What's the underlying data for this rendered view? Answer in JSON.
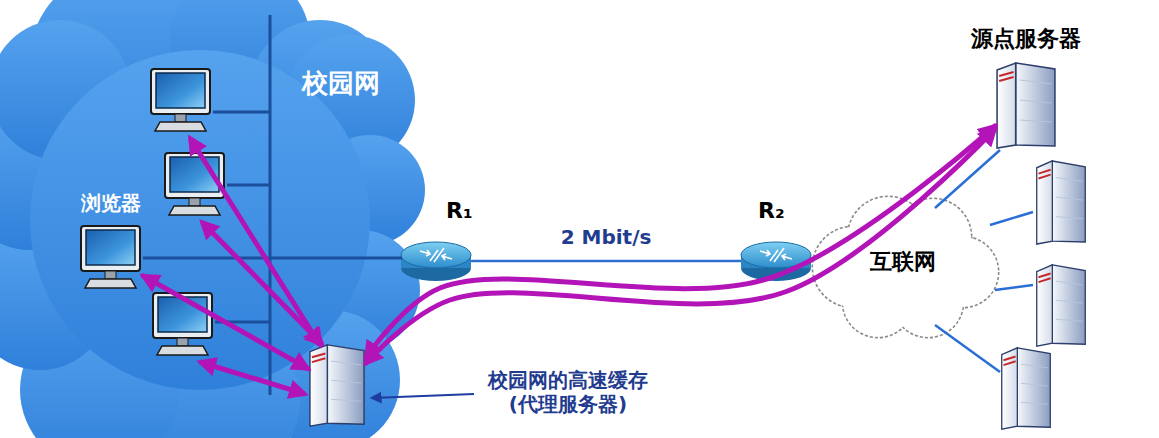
{
  "diagram": {
    "nodes": [
      {
        "text": [
          "校园网"
        ]
      },
      {
        "text": [
          "浏览器"
        ],
        "in": 0
      },
      {
        "text": [
          "校园网的高速缓存 (代理服务器)"
        ],
        "in": 0
      },
      {
        "text": [
          "R₁"
        ]
      },
      {
        "text": [
          "R₂"
        ]
      },
      {
        "text": [
          "互联网"
        ]
      },
      {
        "text": [
          "源点服务器"
        ]
      }
    ],
    "edges": [
      {
        "from": 2,
        "to": 1,
        "arrow": "both"
      },
      {
        "from": 2,
        "to": 6,
        "arrow": "both"
      },
      {
        "from": 2,
        "to": 6,
        "arrow": "both"
      },
      {
        "from": 3,
        "to": 4,
        "label": "2 Mbit/s",
        "arrow": "none"
      }
    ]
  }
}
